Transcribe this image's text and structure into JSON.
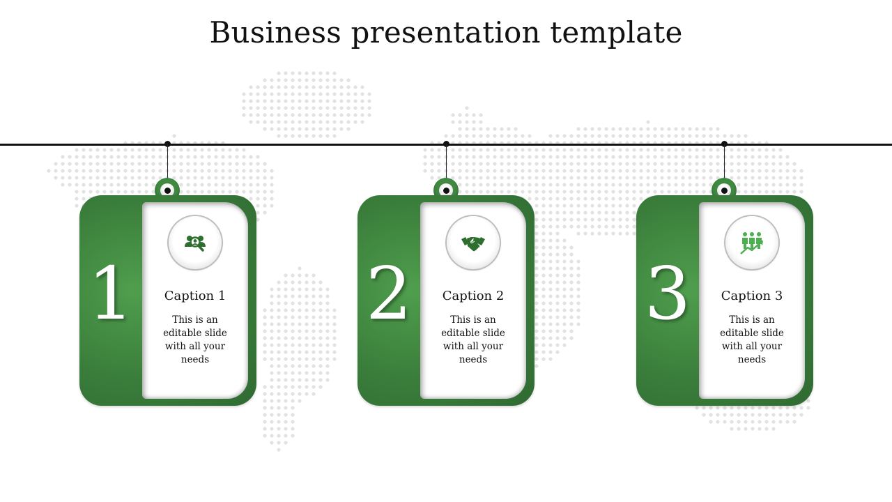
{
  "slide": {
    "title": "Business presentation template"
  },
  "colors": {
    "accent": "#3f8a40",
    "accent_dark": "#2f6a31",
    "icon_dark": "#2e6f30",
    "icon_light": "#4caf50",
    "map_dots": "#e2e2e2",
    "timeline": "#111111"
  },
  "cards": [
    {
      "number": "1",
      "caption": "Caption 1",
      "text": "This is an editable slide with all your needs",
      "icon": "team-search-icon"
    },
    {
      "number": "2",
      "caption": "Caption 2",
      "text": "This is an editable slide with all your needs",
      "icon": "handshake-icon"
    },
    {
      "number": "3",
      "caption": "Caption 3",
      "text": "This is an editable slide with all your needs",
      "icon": "growth-chart-icon"
    }
  ]
}
